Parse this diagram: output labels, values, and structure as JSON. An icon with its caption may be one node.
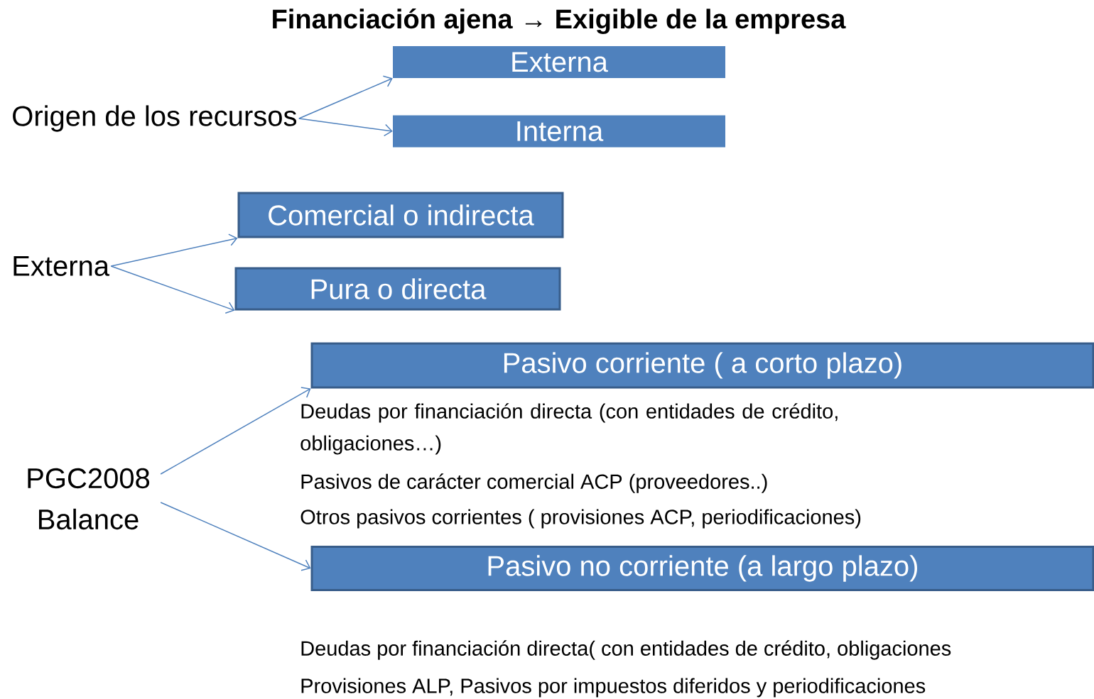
{
  "diagram": {
    "title": "Financiación ajena → Exigible de la empresa",
    "nodes": [
      {
        "text": [
          "Origen de los recursos"
        ]
      },
      {
        "text": [
          "Externa"
        ]
      },
      {
        "text": [
          "Interna"
        ]
      },
      {
        "text": [
          "Externa"
        ]
      },
      {
        "text": [
          "Comercial o indirecta"
        ]
      },
      {
        "text": [
          "Pura o directa"
        ]
      },
      {
        "text": [
          "PGC2008 Balance"
        ]
      },
      {
        "text": [
          "Pasivo corriente ( a corto plazo)"
        ]
      },
      {
        "text": [
          "Pasivo no corriente (a largo plazo)"
        ]
      }
    ],
    "edges": [
      {
        "from": 0,
        "to": 1,
        "arrow": "to"
      },
      {
        "from": 0,
        "to": 2,
        "arrow": "to"
      },
      {
        "from": 3,
        "to": 4,
        "arrow": "to"
      },
      {
        "from": 3,
        "to": 5,
        "arrow": "to"
      },
      {
        "from": 6,
        "to": 7,
        "arrow": "to"
      },
      {
        "from": 6,
        "to": 8,
        "arrow": "to"
      }
    ],
    "labels": [
      "Deudas por financiación directa (con entidades de crédito, obligaciones…)",
      "Pasivos de carácter comercial ACP (proveedores..)",
      "Otros pasivos corrientes ( provisiones ACP, periodificaciones)",
      "Deudas por financiación directa( con entidades de crédito, obligaciones",
      "Provisiones ALP, Pasivos por impuestos diferidos y periodificaciones"
    ]
  }
}
